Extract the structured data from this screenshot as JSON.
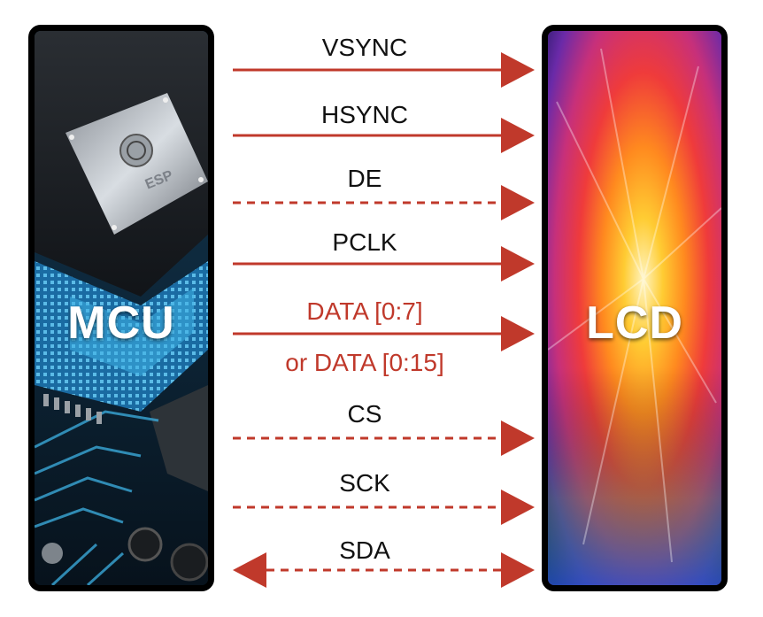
{
  "mcu_label": "MCU",
  "lcd_label": "LCD",
  "chip_marking": "ESP",
  "colors": {
    "arrow": "#c0392b",
    "red_text": "#c0392b",
    "black_text": "#111111",
    "frame": "#000000"
  },
  "signals": [
    {
      "name": "VSYNC",
      "style": "solid",
      "direction": "to-lcd",
      "color": "black"
    },
    {
      "name": "HSYNC",
      "style": "solid",
      "direction": "to-lcd",
      "color": "black"
    },
    {
      "name": "DE",
      "style": "dashed",
      "direction": "to-lcd",
      "color": "black"
    },
    {
      "name": "PCLK",
      "style": "solid",
      "direction": "to-lcd",
      "color": "black"
    },
    {
      "name": "DATA [0:7]",
      "name2": "or DATA [0:15]",
      "style": "solid",
      "direction": "to-lcd",
      "color": "red"
    },
    {
      "name": "CS",
      "style": "dashed",
      "direction": "to-lcd",
      "color": "black"
    },
    {
      "name": "SCK",
      "style": "dashed",
      "direction": "to-lcd",
      "color": "black"
    },
    {
      "name": "SDA",
      "style": "dashed",
      "direction": "bidirectional",
      "color": "black"
    }
  ]
}
